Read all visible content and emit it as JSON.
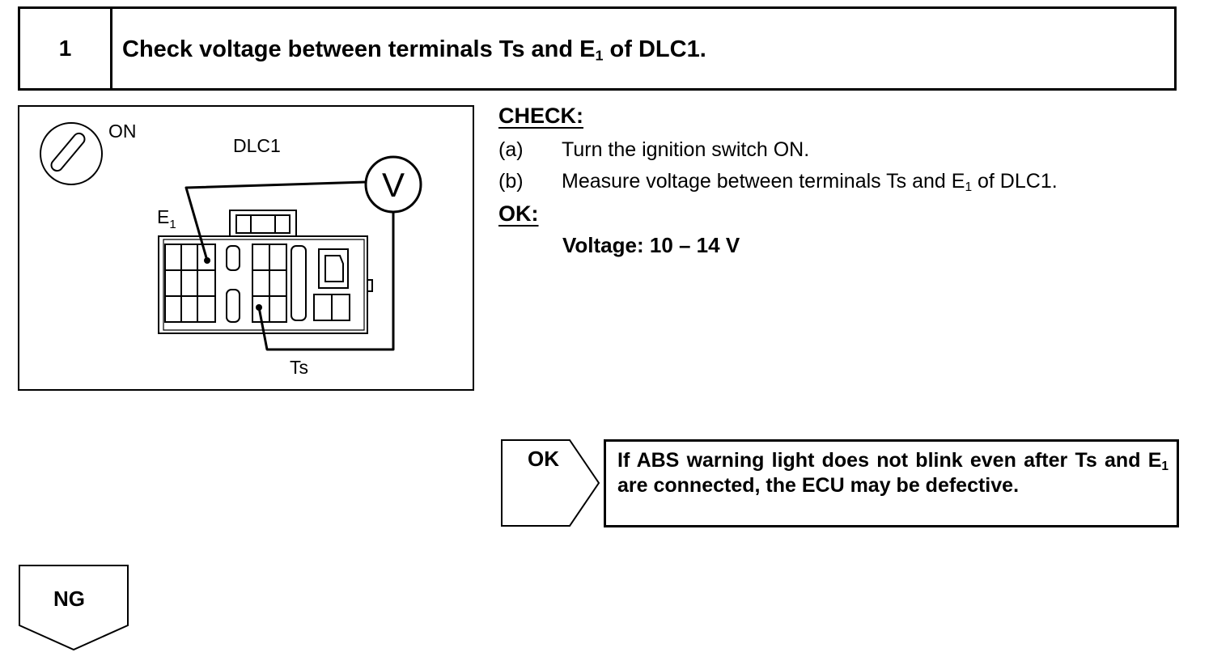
{
  "header": {
    "step_number": "1",
    "title_pre": "Check voltage between terminals Ts and E",
    "title_sub": "1",
    "title_post": " of DLC1."
  },
  "figure": {
    "ignition_label": "ON",
    "connector_label": "DLC1",
    "e1_label_main": "E",
    "e1_label_sub": "1",
    "ts_label": "Ts",
    "voltmeter_symbol": "V"
  },
  "check": {
    "heading": "CHECK:",
    "steps": [
      {
        "letter": "(a)",
        "text_pre": "Turn the ignition switch ON.",
        "text_sub": "",
        "text_post": ""
      },
      {
        "letter": "(b)",
        "text_pre": "Measure voltage between terminals Ts and E",
        "text_sub": "1",
        "text_post": " of DLC1."
      }
    ]
  },
  "ok": {
    "heading": "OK:",
    "spec": "Voltage: 10 – 14 V"
  },
  "result_ok": {
    "label": "OK",
    "text_pre": "If ABS warning light does not blink even after Ts and E",
    "text_sub": "1",
    "text_post": " are connected, the ECU may be defective."
  },
  "result_ng": {
    "label": "NG"
  }
}
